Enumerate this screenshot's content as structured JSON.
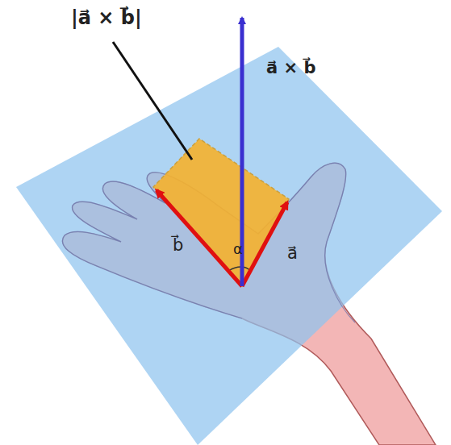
{
  "diagram": {
    "labels": [
      "|a⃗ × b⃗|",
      "a⃗ × b⃗",
      "b⃗",
      "a⃗",
      "α"
    ]
  }
}
